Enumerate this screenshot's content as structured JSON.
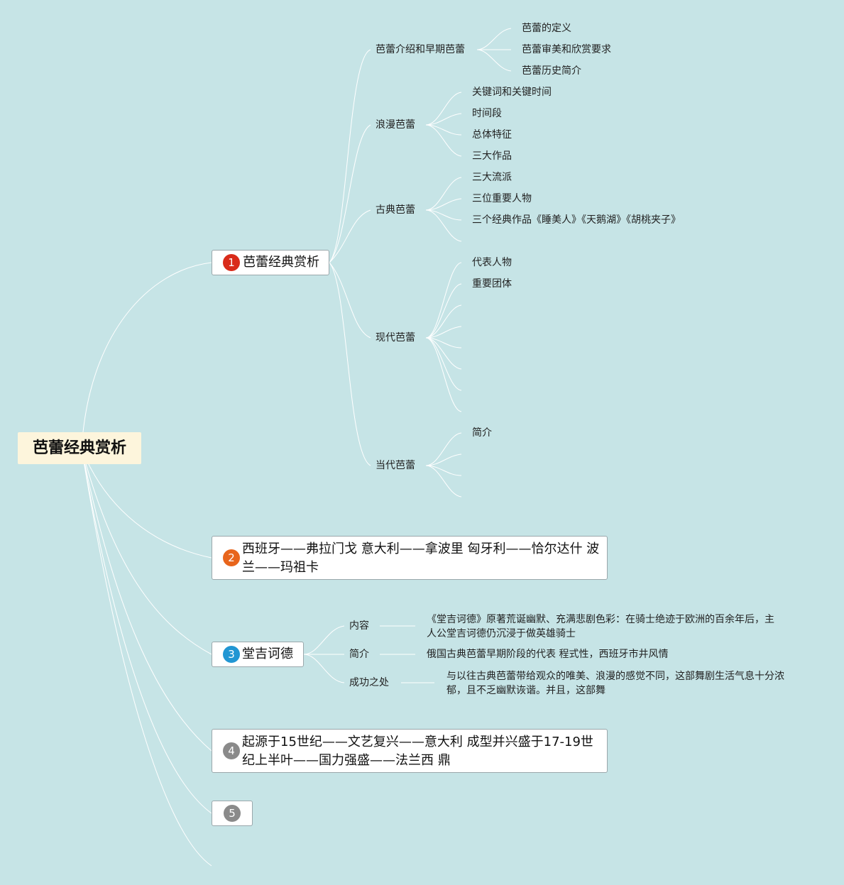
{
  "root": {
    "label": "芭蕾经典赏析"
  },
  "topics": [
    {
      "num": "1",
      "label": "芭蕾经典赏析",
      "badge_color": "#d92b1a"
    },
    {
      "num": "2",
      "label": "西班牙——弗拉门戈 意大利——拿波里 匈牙利——恰尔达什 波兰——玛祖卡",
      "badge_color": "#e8651c"
    },
    {
      "num": "3",
      "label": "堂吉诃德",
      "badge_color": "#2196d3"
    },
    {
      "num": "4",
      "label": "起源于15世纪——文艺复兴——意大利 成型并兴盛于17-19世纪上半叶——国力强盛——法兰西 鼎",
      "badge_color": "#8a8a8a"
    },
    {
      "num": "5",
      "label": "",
      "badge_color": "#8a8a8a"
    }
  ],
  "branch1": {
    "intro": {
      "label": "芭蕾介绍和早期芭蕾",
      "children": [
        "芭蕾的定义",
        "芭蕾审美和欣赏要求",
        "芭蕾历史简介"
      ]
    },
    "romantic": {
      "label": "浪漫芭蕾",
      "children": [
        "关键词和关键时间",
        "时间段",
        "总体特征",
        "三大作品"
      ]
    },
    "classical": {
      "label": "古典芭蕾",
      "children": [
        "三大流派",
        "三位重要人物",
        "三个经典作品《睡美人》《天鹅湖》《胡桃夹子》"
      ]
    },
    "modern": {
      "label": "现代芭蕾",
      "children": [
        "代表人物",
        "重要团体"
      ]
    },
    "contemporary": {
      "label": "当代芭蕾",
      "children": [
        "简介"
      ]
    }
  },
  "branch3": {
    "content": {
      "label": "内容",
      "text": "《堂吉诃德》原著荒诞幽默、充满悲剧色彩：在骑士绝迹于欧洲的百余年后，主人公堂吉诃德仍沉浸于做英雄骑士"
    },
    "intro": {
      "label": "简介",
      "text": "俄国古典芭蕾早期阶段的代表 程式性，西班牙市井风情"
    },
    "success": {
      "label": "成功之处",
      "text": "与以往古典芭蕾带给观众的唯美、浪漫的感觉不同，这部舞剧生活气息十分浓郁，且不乏幽默诙谐。并且，这部舞"
    }
  }
}
